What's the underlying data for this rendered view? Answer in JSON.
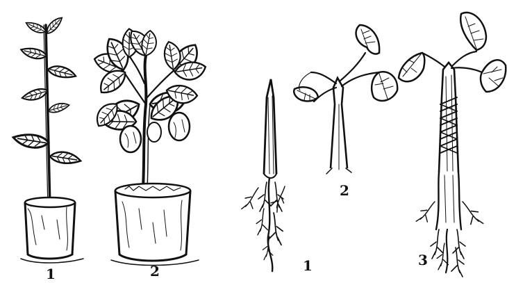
{
  "left_figure": {
    "labels": [
      "1",
      "2"
    ]
  },
  "right_figure": {
    "labels": [
      "1",
      "2",
      "3"
    ]
  },
  "colors": {
    "ink": "#111111",
    "paper": "#ffffff"
  }
}
